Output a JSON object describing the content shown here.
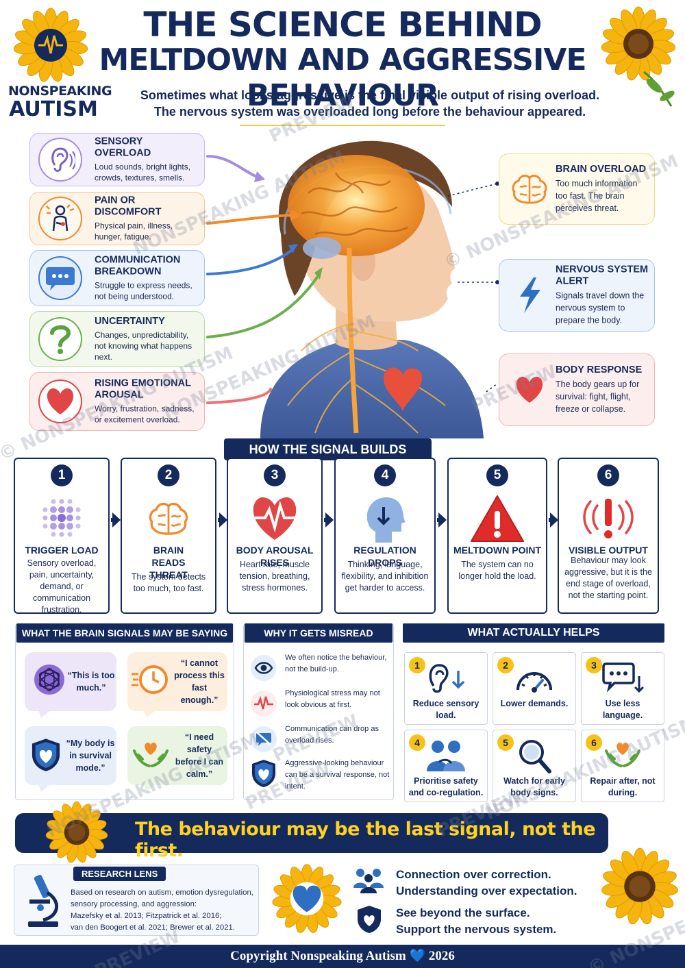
{
  "header": {
    "title_line1": "THE SCIENCE BEHIND",
    "title_line2": "MELTDOWN AND AGGRESSIVE BEHAVIOUR",
    "subtitle_line1": "Sometimes what looks aggressive is the final visible output of rising overload.",
    "subtitle_line2": "The nervous system was overloaded long before the behaviour appeared."
  },
  "brand": {
    "line1": "NONSPEAKING",
    "line2": "AUTISM"
  },
  "triggers": [
    {
      "title": "SENSORY OVERLOAD",
      "desc": "Loud sounds, bright lights, crowds, textures, smells.",
      "icon": "ear-icon",
      "color": "#7b5ec7"
    },
    {
      "title": "PAIN OR DISCOMFORT",
      "desc": "Physical pain, illness, hunger, fatigue.",
      "icon": "pain-person-icon",
      "color": "#f08a2a"
    },
    {
      "title": "COMMUNICATION BREAKDOWN",
      "desc": "Struggle to express needs, not being understood.",
      "icon": "speech-bubble-icon",
      "color": "#2f6fc2"
    },
    {
      "title": "UNCERTAINTY",
      "desc": "Changes, unpredictability, not knowing what happens next.",
      "icon": "question-mark-icon",
      "color": "#5aa23a"
    },
    {
      "title": "RISING EMOTIONAL AROUSAL",
      "desc": "Worry, frustration, sadness, or excitement overload.",
      "icon": "heart-icon",
      "color": "#e04646"
    }
  ],
  "responses": [
    {
      "title": "BRAIN OVERLOAD",
      "desc": "Too much information too fast. The brain perceives threat.",
      "icon": "brain-icon"
    },
    {
      "title": "NERVOUS SYSTEM ALERT",
      "desc": "Signals travel down the nervous system to prepare the body.",
      "icon": "lightning-icon"
    },
    {
      "title": "BODY RESPONSE",
      "desc": "The body gears up for survival: fight, flight, freeze or collapse.",
      "icon": "heart-icon"
    }
  ],
  "signal_section": {
    "heading": "HOW THE SIGNAL BUILDS",
    "steps": [
      {
        "num": "1",
        "title": "TRIGGER LOAD",
        "desc": "Sensory overload, pain, uncertainty, demand, or communication frustration."
      },
      {
        "num": "2",
        "title": "BRAIN READS THREAT",
        "desc": "The system detects too much, too fast."
      },
      {
        "num": "3",
        "title": "BODY AROUSAL RISES",
        "desc": "Heart rate, muscle tension, breathing, stress hormones."
      },
      {
        "num": "4",
        "title": "REGULATION DROPS",
        "desc": "Thinking, language, flexibility, and inhibition get harder to access."
      },
      {
        "num": "5",
        "title": "MELTDOWN POINT",
        "desc": "The system can no longer hold the load."
      },
      {
        "num": "6",
        "title": "VISIBLE OUTPUT",
        "desc": "Behaviour may look aggressive, but it is the end stage of overload, not the starting point."
      }
    ]
  },
  "brain_signals": {
    "heading": "WHAT THE BRAIN SIGNALS MAY BE SAYING",
    "quotes": [
      {
        "text": "“This is too much.”",
        "icon": "tangle-icon"
      },
      {
        "text": "“I cannot process this fast enough.”",
        "icon": "clock-icon"
      },
      {
        "text": "“My body is in survival mode.”",
        "icon": "shield-heart-icon"
      },
      {
        "text": "“I need safety before I can calm.”",
        "icon": "hands-heart-icon"
      }
    ]
  },
  "misread": {
    "heading": "WHY IT GETS MISREAD",
    "items": [
      {
        "text": "We often notice the behaviour, not the build-up.",
        "icon": "eye-icon"
      },
      {
        "text": "Physiological stress may not look obvious at first.",
        "icon": "heartbeat-icon"
      },
      {
        "text": "Communication can drop as overload rises.",
        "icon": "muted-speech-icon"
      },
      {
        "text": "Aggressive-looking behaviour can be a survival response, not intent.",
        "icon": "shield-heart-icon"
      }
    ]
  },
  "helps": {
    "heading": "WHAT ACTUALLY HELPS",
    "items": [
      {
        "num": "1",
        "text": "Reduce sensory load.",
        "icon": "ear-down-icon"
      },
      {
        "num": "2",
        "text": "Lower demands.",
        "icon": "gauge-icon"
      },
      {
        "num": "3",
        "text": "Use less language.",
        "icon": "speech-down-icon"
      },
      {
        "num": "4",
        "text": "Prioritise safety and co-regulation.",
        "icon": "two-people-icon"
      },
      {
        "num": "5",
        "text": "Watch for early body signs.",
        "icon": "magnifier-icon"
      },
      {
        "num": "6",
        "text": "Repair after, not during.",
        "icon": "hands-heart-icon"
      }
    ]
  },
  "tagline": "The behaviour may be the last signal, not the first.",
  "research": {
    "heading": "RESEARCH LENS",
    "line1": "Based on research on autism, emotion dysregulation,",
    "line2": "sensory processing, and aggression:",
    "line3": "Mazefsky et al. 2013; Fitzpatrick et al. 2016;",
    "line4": "van den Boogert et al. 2021; Brewer et al. 2021."
  },
  "mottos": {
    "line1": "Connection over correction.",
    "line2": "Understanding over expectation.",
    "line3": "See beyond the surface.",
    "line4": "Support the nervous system."
  },
  "footer": "Copyright Nonspeaking Autism 💙 2026",
  "watermarks": [
    "NONSPEAKING AUTISM",
    "PREVIEW",
    "© NONSPEAKING AUTISM",
    "NONSPEAKING AUTISM",
    "PREVIEW",
    "© NONSPEAKING AUTISM",
    "PREVIEW",
    "NONSPEAKING AUTISM",
    "PREVIEW",
    "© NONSPEAKING AUTISM",
    "PREVIEW",
    "NONSPEAKING AUTISM",
    "PREVIEW"
  ],
  "colors": {
    "navy": "#142a5c",
    "gold": "#ffd21f",
    "sunflower": "#f6b40e"
  }
}
